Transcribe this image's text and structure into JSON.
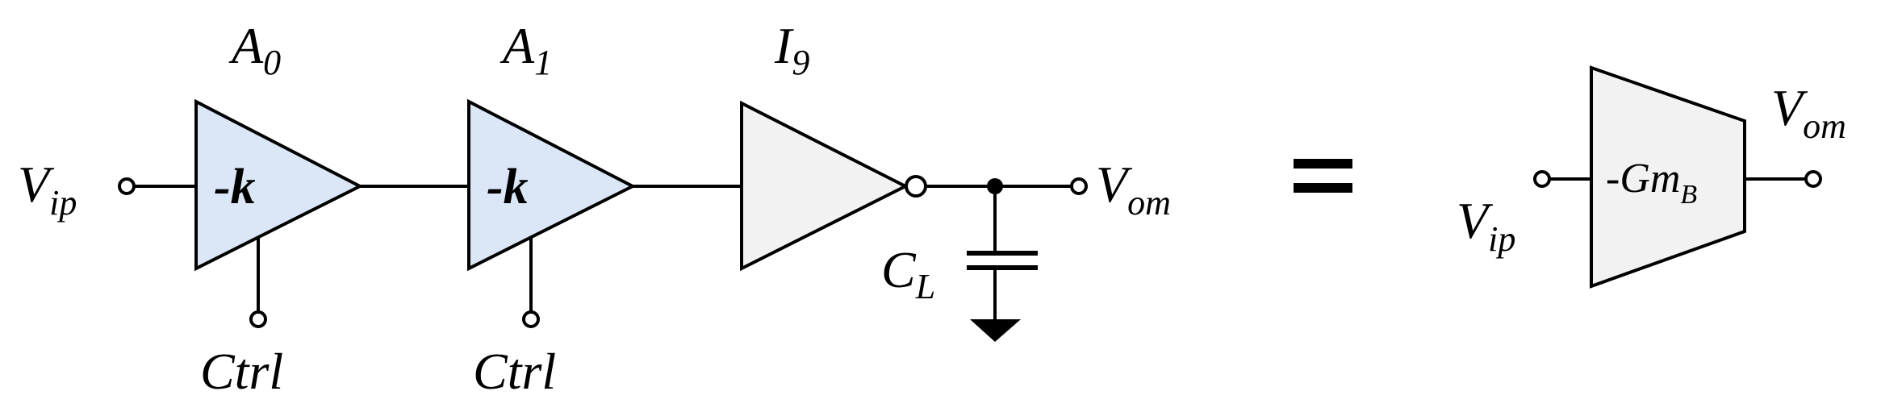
{
  "input_label": {
    "main": "V",
    "sub": "ip"
  },
  "output_label": {
    "main": "V",
    "sub": "om"
  },
  "stages": [
    {
      "name": {
        "main": "A",
        "sub": "0"
      },
      "gain": "-k",
      "control": "Ctrl"
    },
    {
      "name": {
        "main": "A",
        "sub": "1"
      },
      "gain": "-k",
      "control": "Ctrl"
    },
    {
      "name": {
        "main": "I",
        "sub": "9"
      }
    }
  ],
  "load_cap": {
    "main": "C",
    "sub": "L"
  },
  "equals_sign": "=",
  "equivalent": {
    "input": {
      "main": "V",
      "sub": "ip"
    },
    "output": {
      "main": "V",
      "sub": "om"
    },
    "block": {
      "main": "-Gm",
      "sub": "B"
    }
  },
  "colors": {
    "amp_fill": "#dbe7f7",
    "inverter_fill": "#f2f2f2",
    "block_fill": "#f2f2f2",
    "line": "#000000"
  }
}
